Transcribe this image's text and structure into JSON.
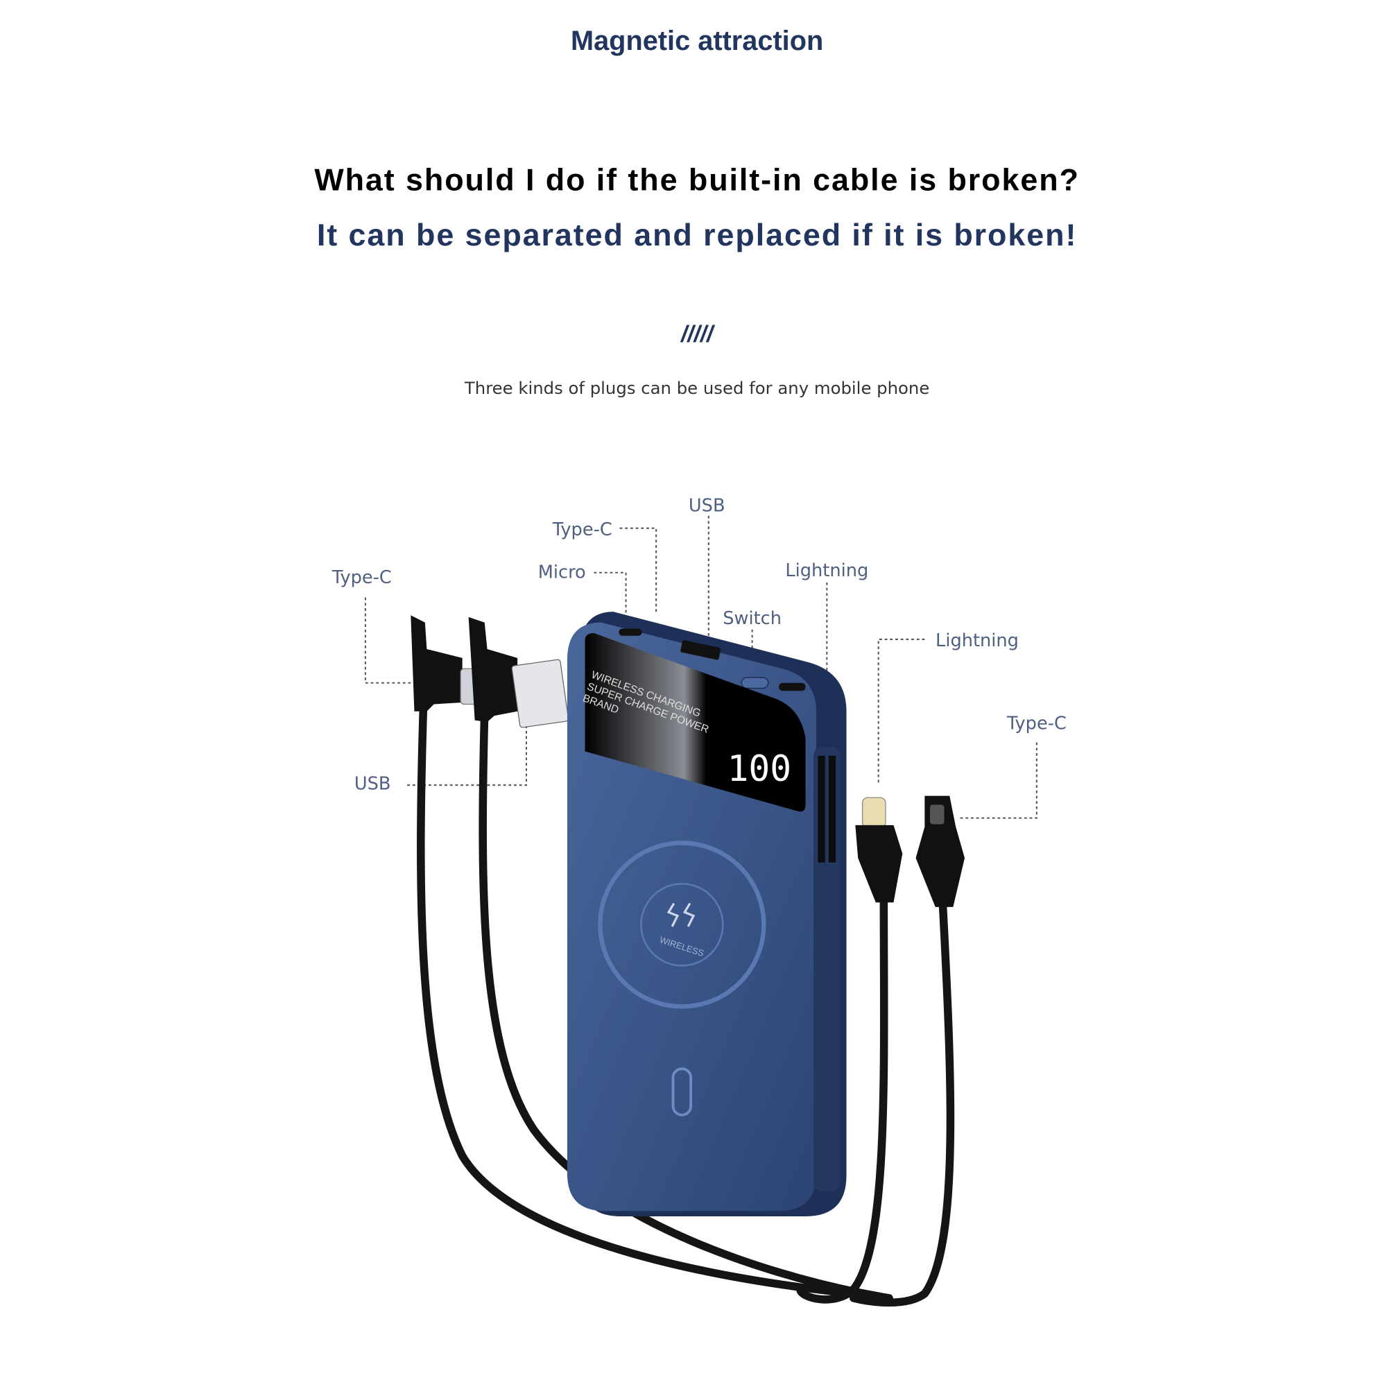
{
  "section_title": "Magnetic attraction",
  "headline": "What should I do if the built-in cable is broken?",
  "subheadline": "It can be separated and replaced if it is broken!",
  "divider": "/////",
  "caption": "Three kinds of plugs can be used for any mobile phone",
  "labels": {
    "usb_top": "USB",
    "type_c_top": "Type-C",
    "micro": "Micro",
    "lightning_top": "Lightning",
    "switch": "Switch",
    "type_c_left": "Type-C",
    "usb_left": "USB",
    "lightning_right": "Lightning",
    "type_c_right": "Type-C"
  },
  "device": {
    "screen_lines": [
      "WIRELESS CHARGING",
      "SUPER CHARGE POWER",
      "BRAND"
    ],
    "battery_readout": "100",
    "pad_text": "WIRELESS",
    "colors": {
      "body": "#34507f",
      "edge": "#1f3058",
      "screen": "#050505",
      "cable": "#151515",
      "navy": "#22355e"
    }
  }
}
